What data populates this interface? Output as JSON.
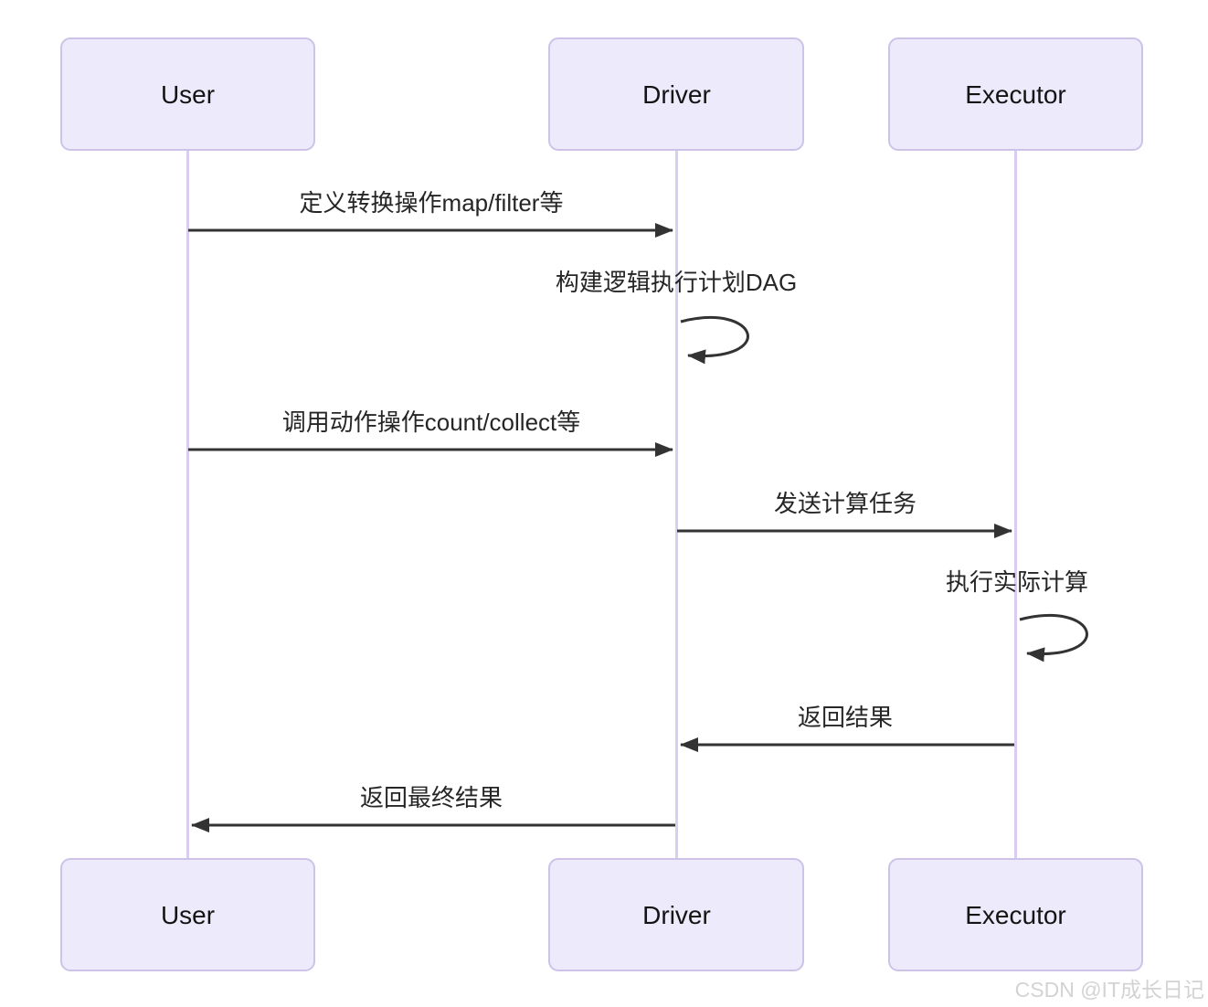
{
  "diagram": {
    "type": "sequence",
    "actors": [
      {
        "id": "user",
        "label": "User"
      },
      {
        "id": "driver",
        "label": "Driver"
      },
      {
        "id": "executor",
        "label": "Executor"
      }
    ],
    "messages": [
      {
        "from": "User",
        "to": "Driver",
        "label": "定义转换操作map/filter等",
        "style": "solid-arrow",
        "direction": "right"
      },
      {
        "from": "Driver",
        "to": "Driver",
        "label": "构建逻辑执行计划DAG",
        "style": "self-loop"
      },
      {
        "from": "User",
        "to": "Driver",
        "label": "调用动作操作count/collect等",
        "style": "solid-arrow",
        "direction": "right"
      },
      {
        "from": "Driver",
        "to": "Executor",
        "label": "发送计算任务",
        "style": "solid-arrow",
        "direction": "right"
      },
      {
        "from": "Executor",
        "to": "Executor",
        "label": "执行实际计算",
        "style": "self-loop"
      },
      {
        "from": "Executor",
        "to": "Driver",
        "label": "返回结果",
        "style": "solid-arrow",
        "direction": "left"
      },
      {
        "from": "Driver",
        "to": "User",
        "label": "返回最终结果",
        "style": "solid-arrow",
        "direction": "left"
      }
    ],
    "watermark": "CSDN @IT成长日记",
    "colors": {
      "background": "#ffffff",
      "actor_fill": "#eceafb",
      "actor_border": "#cdc3e9",
      "actor_text": "#141414",
      "lifeline": "#d9cdf2",
      "arrow": "#333333",
      "message_text": "#262626",
      "watermark_text": "#d3d3d3"
    }
  }
}
